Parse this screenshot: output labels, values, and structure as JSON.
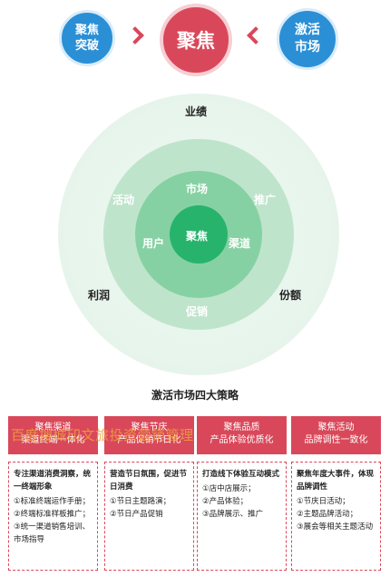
{
  "top": {
    "left_circle": "聚焦\n突破",
    "center_circle": "聚焦",
    "right_circle": "激活\n市场"
  },
  "rings": {
    "outer_top": "业绩",
    "outer_left": "利润",
    "outer_right": "份额",
    "second_left": "活动",
    "second_right": "推广",
    "second_bottom": "促销",
    "third_top": "市场",
    "third_left": "用户",
    "third_right": "渠道",
    "core": "聚焦"
  },
  "strategies": {
    "title": "激活市场四大策略",
    "columns": [
      {
        "head": [
          "聚焦渠道",
          "渠道终端一体化"
        ],
        "lead": "专注渠道消费洞察，统一终端形象",
        "items": [
          "①标准终端运作手册；",
          "②终端标准样板推广；",
          "③统一渠道销售培训、市场指导"
        ]
      },
      {
        "head": [
          "聚焦节庆",
          "产品促销节日化"
        ],
        "lead": "营造节日氛围，促进节日消费",
        "items": [
          "①节日主题路演；",
          "②节日产品促销"
        ]
      },
      {
        "head": [
          "聚焦品质",
          "产品体验优质化"
        ],
        "lead": "打造线下体验互动模式",
        "items": [
          "①店中店展示；",
          "②产品体验；",
          "③品牌展示、推广"
        ]
      },
      {
        "head": [
          "聚焦活动",
          "品牌调性一致化"
        ],
        "lead": "聚焦年度大事件，体现品牌调性",
        "items": [
          "①节庆日活动；",
          "②主题品牌活动；",
          "③展会等相关主题活动"
        ]
      }
    ]
  },
  "watermark": "百度搜城印文旅投资营销管理"
}
